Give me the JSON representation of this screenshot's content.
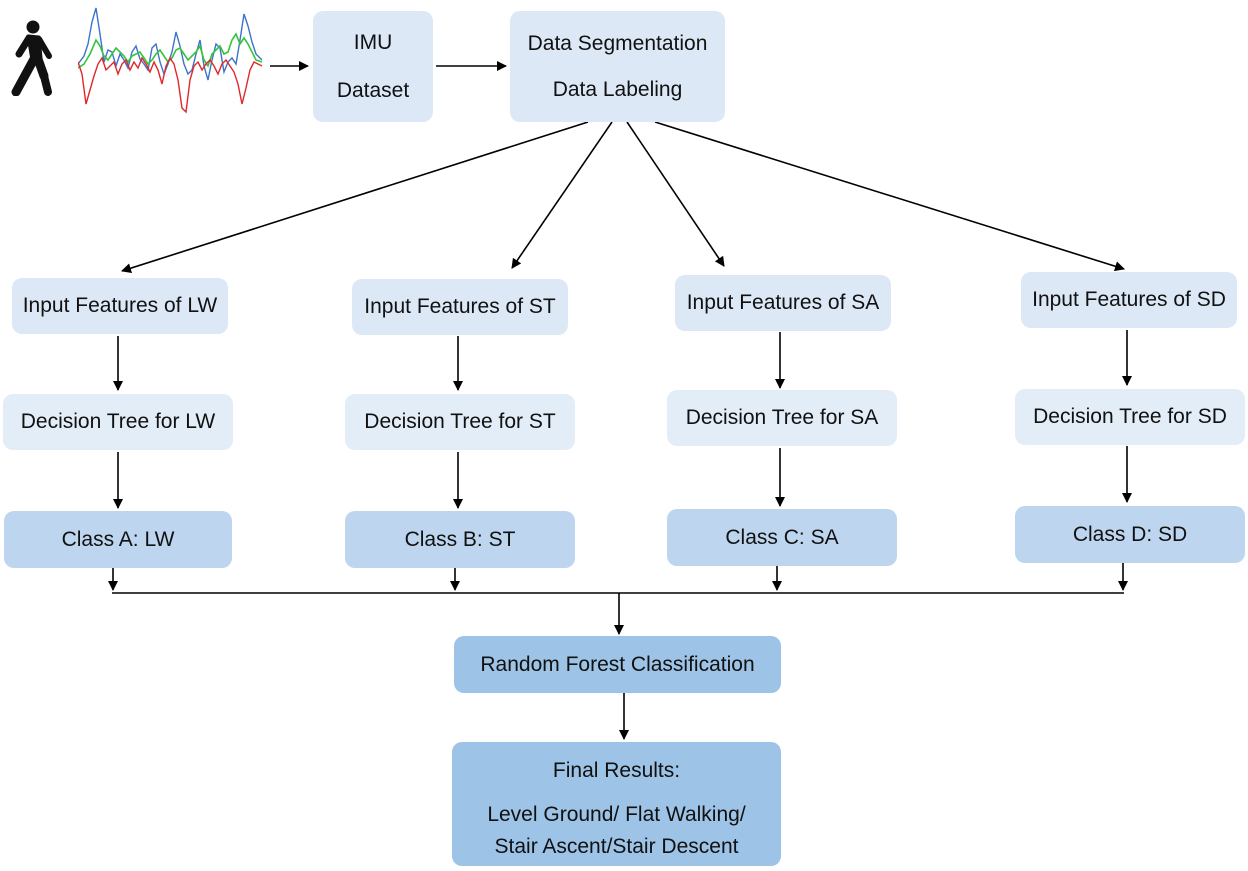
{
  "header": {
    "imu_dataset": [
      "IMU",
      "Dataset"
    ],
    "segmentation": [
      "Data Segmentation",
      "Data Labeling"
    ]
  },
  "columns": [
    {
      "features": "Input Features of LW",
      "tree": "Decision Tree for LW",
      "class": "Class A: LW"
    },
    {
      "features": "Input Features of ST",
      "tree": "Decision Tree for ST",
      "class": "Class B: ST"
    },
    {
      "features": "Input Features of SA",
      "tree": "Decision Tree for SA",
      "class": "Class C: SA"
    },
    {
      "features": "Input Features of SD",
      "tree": "Decision Tree for SD",
      "class": "Class D: SD"
    }
  ],
  "random_forest": "Random Forest Classification",
  "final": {
    "title": "Final Results:",
    "line1": "Level Ground/ Flat Walking/",
    "line2": "Stair Ascent/Stair Descent"
  },
  "colors": {
    "box_light": "#dde8f7",
    "box_mid": "#bdd5ee",
    "box_dark": "#9dc3e6",
    "signal_blue": "#3b74c9",
    "signal_red": "#e0282a",
    "signal_green": "#36c43c"
  },
  "icons": [
    "walking-person-icon",
    "imu-signal-plot"
  ]
}
